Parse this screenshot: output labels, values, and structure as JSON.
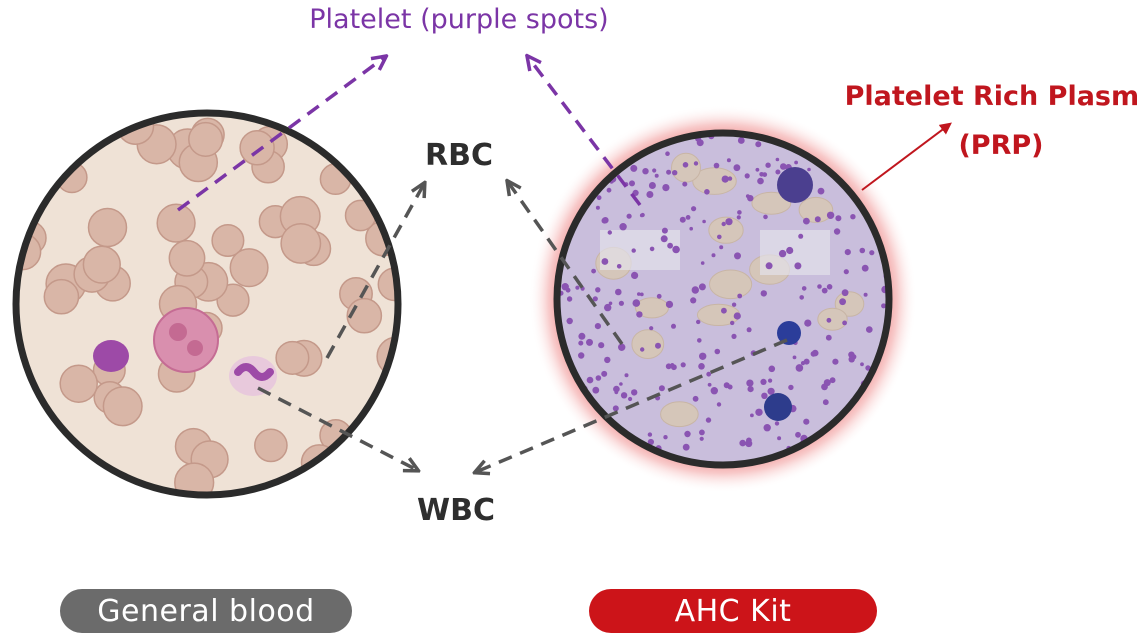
{
  "labels": {
    "platelet": "Platelet (purple spots)",
    "prp_line1": "Platelet Rich Plasma",
    "prp_line2": "(PRP)",
    "rbc": "RBC",
    "wbc": "WBC"
  },
  "pills": {
    "general": "General blood",
    "ahc": "AHC Kit"
  },
  "colors": {
    "platelet_text": "#7b35a6",
    "prp_text": "#c0161e",
    "general_pill": "#6b6b6b",
    "ahc_pill": "#cc1419",
    "dashed_arrow": "#555555"
  }
}
